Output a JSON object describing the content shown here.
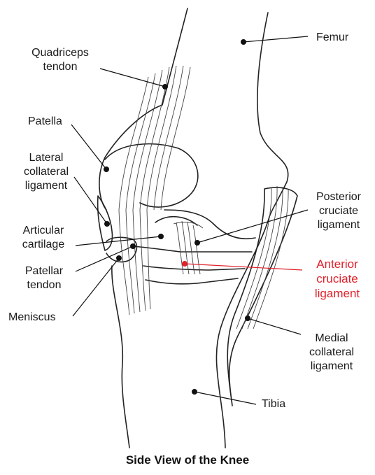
{
  "diagram": {
    "caption": "Side View of the Knee",
    "highlight_color": "#e0202a",
    "labels": {
      "femur": "Femur",
      "quadriceps_tendon": [
        "Quadriceps",
        "tendon"
      ],
      "patella": "Patella",
      "lateral_collateral_ligament": [
        "Lateral",
        "collateral",
        "ligament"
      ],
      "articular_cartilage": [
        "Articular",
        "cartilage"
      ],
      "patellar_tendon": [
        "Patellar",
        "tendon"
      ],
      "meniscus": "Meniscus",
      "posterior_cruciate_ligament": [
        "Posterior",
        "cruciate",
        "ligament"
      ],
      "anterior_cruciate_ligament": [
        "Anterior",
        "cruciate",
        "ligament"
      ],
      "medial_collateral_ligament": [
        "Medial",
        "collateral",
        "ligament"
      ],
      "tibia": "Tibia"
    }
  }
}
